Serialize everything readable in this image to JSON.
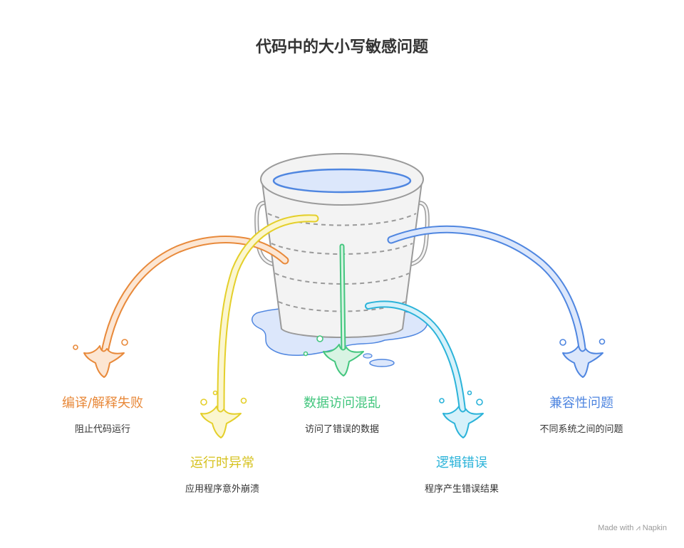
{
  "title": "代码中的大小写敏感问题",
  "colors": {
    "orange": "#E8893A",
    "yellow": "#E4CF2A",
    "green": "#43C67E",
    "cyan": "#2BB3D9",
    "blue": "#4F86E0",
    "bucket_fill": "#F3F3F3",
    "bucket_stroke": "#9A9A9A",
    "water": "#DCE7FB",
    "water_stroke": "#4F86E0"
  },
  "items": [
    {
      "label": "编译/解释失败",
      "desc": "阻止代码运行",
      "color": "orange"
    },
    {
      "label": "运行时异常",
      "desc": "应用程序意外崩溃",
      "color": "yellow"
    },
    {
      "label": "数据访问混乱",
      "desc": "访问了错误的数据",
      "color": "green"
    },
    {
      "label": "逻辑错误",
      "desc": "程序产生错误结果",
      "color": "cyan"
    },
    {
      "label": "兼容性问题",
      "desc": "不同系统之间的问题",
      "color": "blue"
    }
  ],
  "brand": {
    "made_with": "Made with",
    "name": "Napkin"
  }
}
